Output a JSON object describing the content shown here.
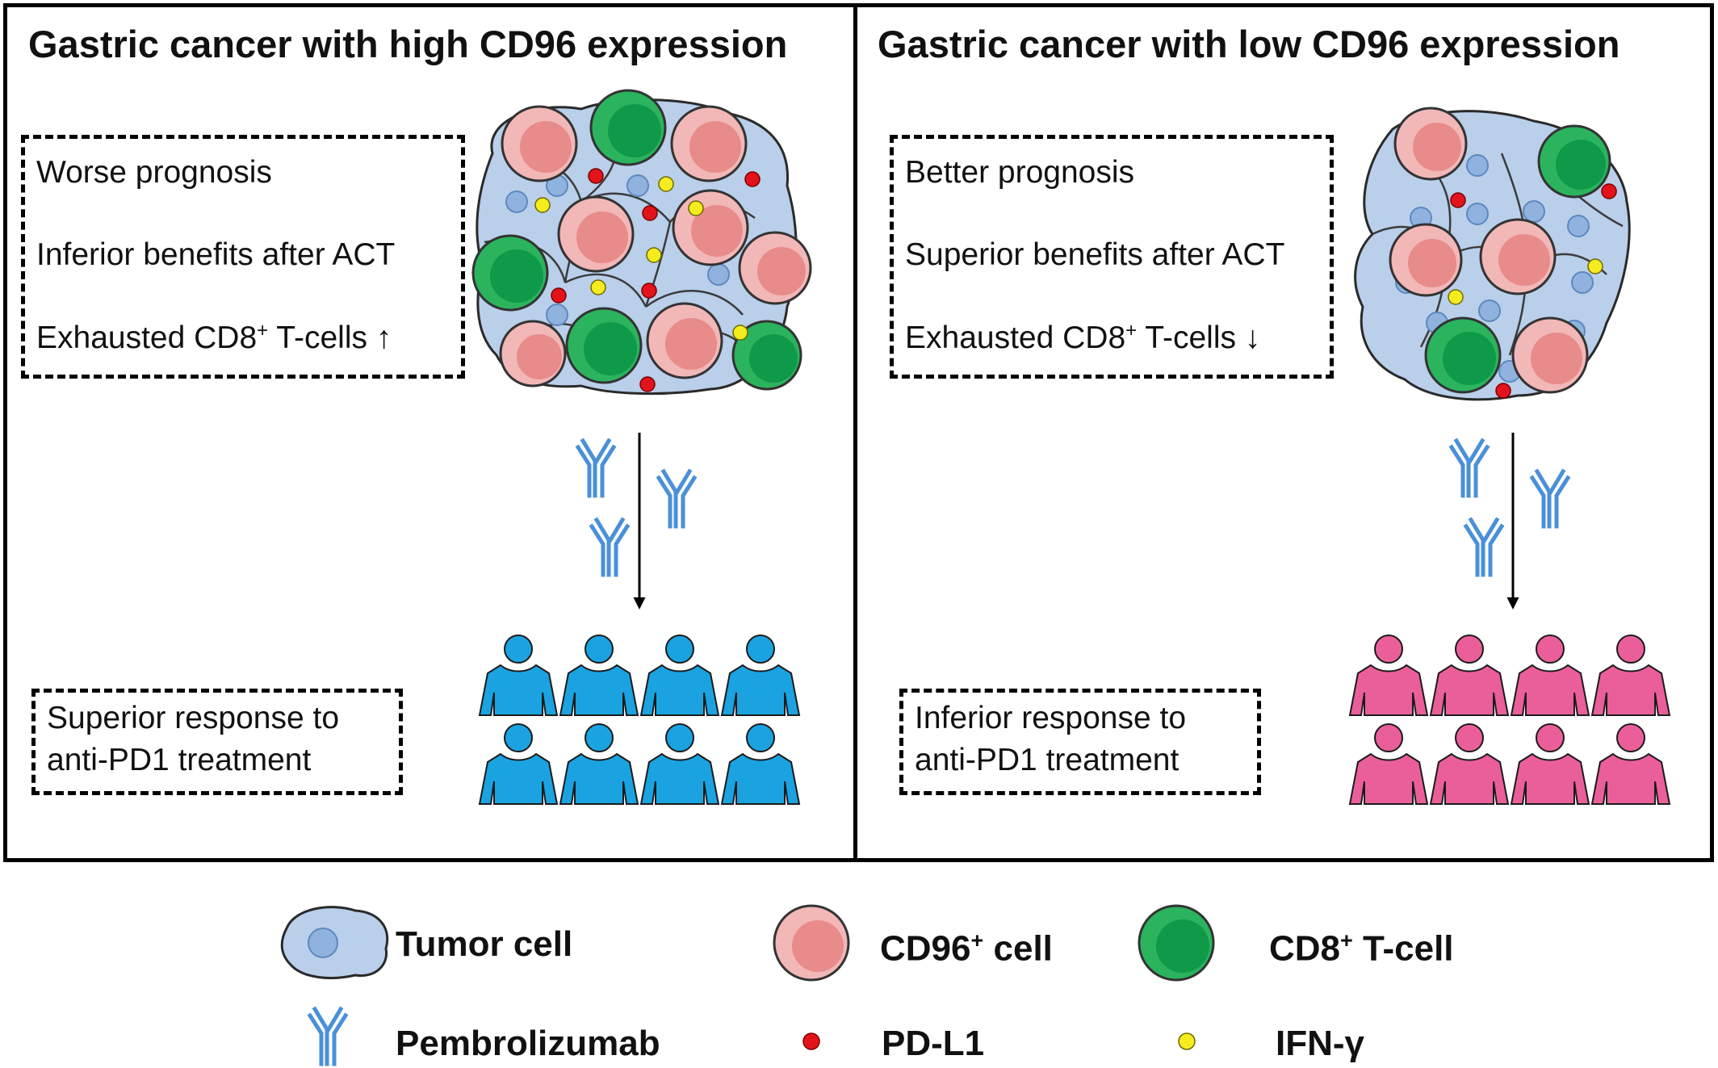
{
  "panels": {
    "left": {
      "title": "Gastric cancer with high CD96 expression",
      "features": {
        "prognosis": "Worse prognosis",
        "act": "Inferior benefits after ACT",
        "exhausted_prefix": "Exhausted CD8",
        "exhausted_sup": "+",
        "exhausted_suffix": " T-cells ↑"
      },
      "response": {
        "line1": "Superior response to",
        "line2": "anti-PD1 treatment"
      },
      "people_color": "#1aa3e0"
    },
    "right": {
      "title": "Gastric cancer with low CD96 expression",
      "features": {
        "prognosis": "Better prognosis",
        "act": "Superior benefits after ACT",
        "exhausted_prefix": "Exhausted CD8",
        "exhausted_sup": "+",
        "exhausted_suffix": " T-cells ↓"
      },
      "response": {
        "line1": "Inferior response to",
        "line2": "anti-PD1 treatment"
      },
      "people_color": "#ea5f9a"
    }
  },
  "legend": {
    "tumor": "Tumor cell",
    "cd96_prefix": "CD96",
    "cd96_sup": "+",
    "cd96_suffix": " cell",
    "cd8_prefix": "CD8",
    "cd8_sup": "+",
    "cd8_suffix": " T-cell",
    "pembrolizumab": "Pembrolizumab",
    "pdl1": "PD-L1",
    "ifn": "IFN-γ"
  },
  "colors": {
    "tumor_fill": "#b9cfea",
    "nucleus": "#8fb3de",
    "cd96_outer": "#f2b7b7",
    "cd96_inner": "#e88b8b",
    "cd8_outer": "#2bb35e",
    "cd8_inner": "#0f9a49",
    "antibody": "#4a90d9",
    "pdl1": "#e3131b",
    "ifn": "#f4ec1f"
  }
}
